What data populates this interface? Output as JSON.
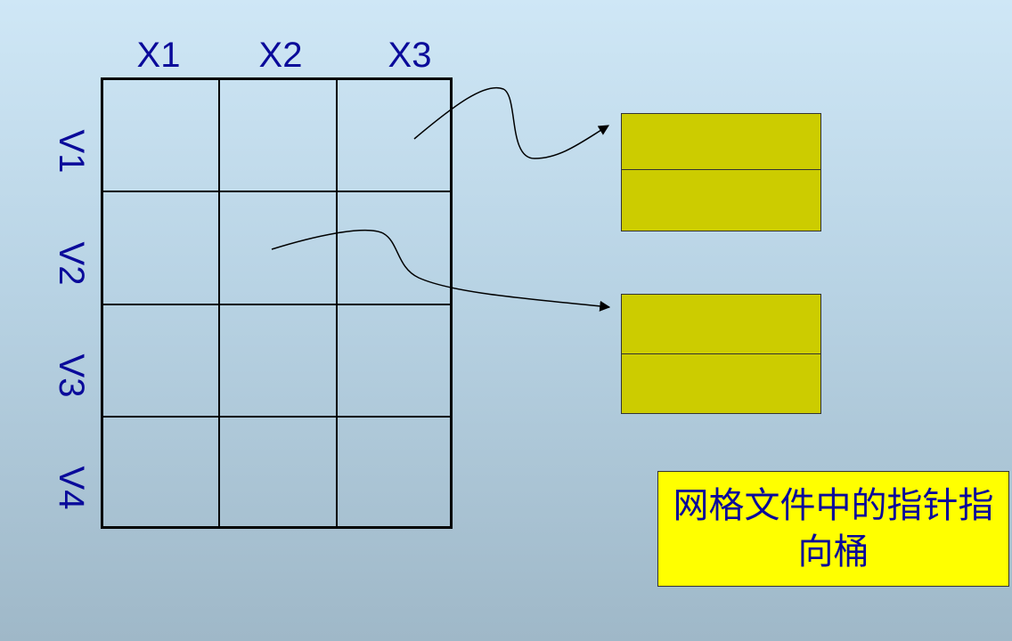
{
  "columns": [
    "X1",
    "X2",
    "X3"
  ],
  "rows": [
    "V1",
    "V2",
    "V3",
    "V4"
  ],
  "caption": "网格文件中的指针指向桶",
  "colors": {
    "label_text": "#0a0a9a",
    "bucket_fill": "#cccc00",
    "caption_fill": "#ffff00",
    "grid_line": "#000000"
  }
}
